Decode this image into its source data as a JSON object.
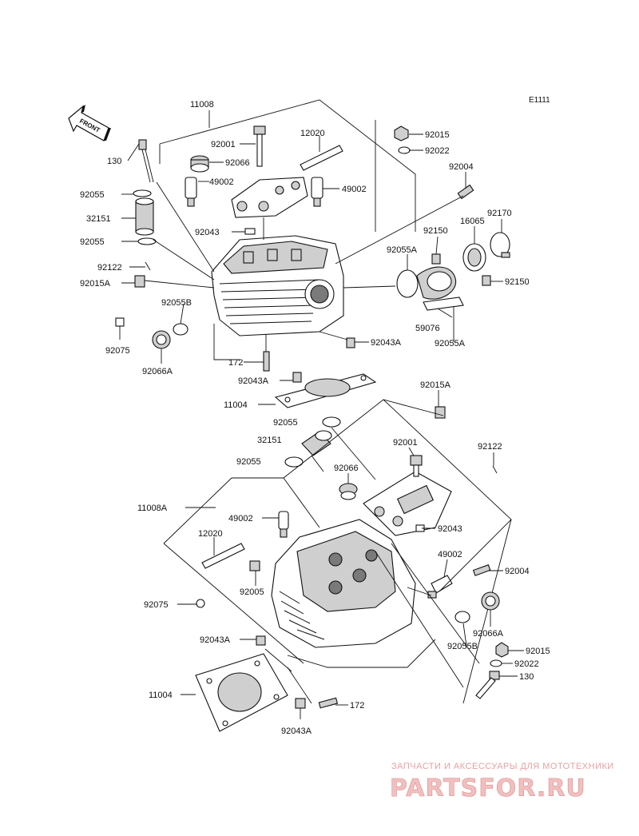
{
  "drawing_code": "E1111",
  "front_label": "FRONT",
  "watermark": {
    "line1": "ЗАПЧАСТИ И АКСЕССУАРЫ ДЛЯ МОТОТЕХНИКИ",
    "line2": "PARTSFOR.RU"
  },
  "labels": {
    "l11008": "11008",
    "l130_top": "130",
    "l92001_top": "92001",
    "l12020_top": "12020",
    "l92015_top": "92015",
    "l92022_top": "92022",
    "l92066_top": "92066",
    "l92004_top": "92004",
    "l92055_a": "92055",
    "l49002_l": "49002",
    "l49002_r": "49002",
    "l32151_top": "32151",
    "l92055_b": "92055",
    "l92043_top": "92043",
    "l92150_a": "92150",
    "l16065": "16065",
    "l92170": "92170",
    "l92122_top": "92122",
    "l92055A_top": "92055A",
    "l92015A_l": "92015A",
    "l92150_b": "92150",
    "l92055B_top": "92055B",
    "l59076": "59076",
    "l92055A_bot": "92055A",
    "l92075_top": "92075",
    "l92043A_r": "92043A",
    "l92066A_top": "92066A",
    "l172_top": "172",
    "l92043A_mid": "92043A",
    "l11004_top": "11004",
    "l92015A_r": "92015A",
    "l92055_c": "92055",
    "l32151_bot": "32151",
    "l92001_bot": "92001",
    "l92122_bot": "92122",
    "l92055_d": "92055",
    "l92066_bot": "92066",
    "l11008A": "11008A",
    "l49002_bl": "49002",
    "l92043_bot": "92043",
    "l12020_bot": "12020",
    "l49002_br": "49002",
    "l92004_bot": "92004",
    "l92005": "92005",
    "l92075_bot": "92075",
    "l92066A_bot": "92066A",
    "l92043A_bl": "92043A",
    "l92055B_bot": "92055B",
    "l92015_bot": "92015",
    "l92022_bot": "92022",
    "l130_bot": "130",
    "l11004_bot": "11004",
    "l172_bot": "172",
    "l92043A_bot": "92043A"
  }
}
